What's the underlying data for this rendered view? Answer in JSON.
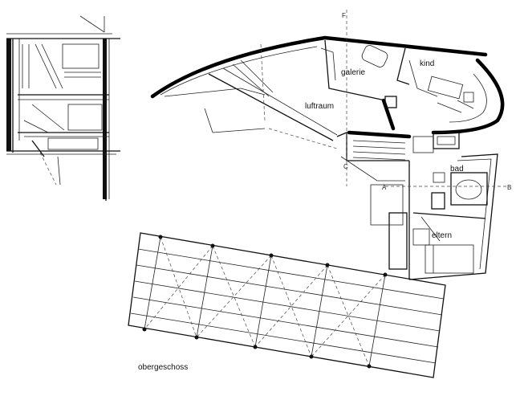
{
  "plan": {
    "title": "obergeschoss",
    "rooms": {
      "galerie": "galerie",
      "kind": "kind",
      "luftraum": "luftraum",
      "bad": "bad",
      "eltern": "eltern"
    },
    "section_marks": {
      "a": "A",
      "b": "B",
      "c": "C"
    }
  }
}
